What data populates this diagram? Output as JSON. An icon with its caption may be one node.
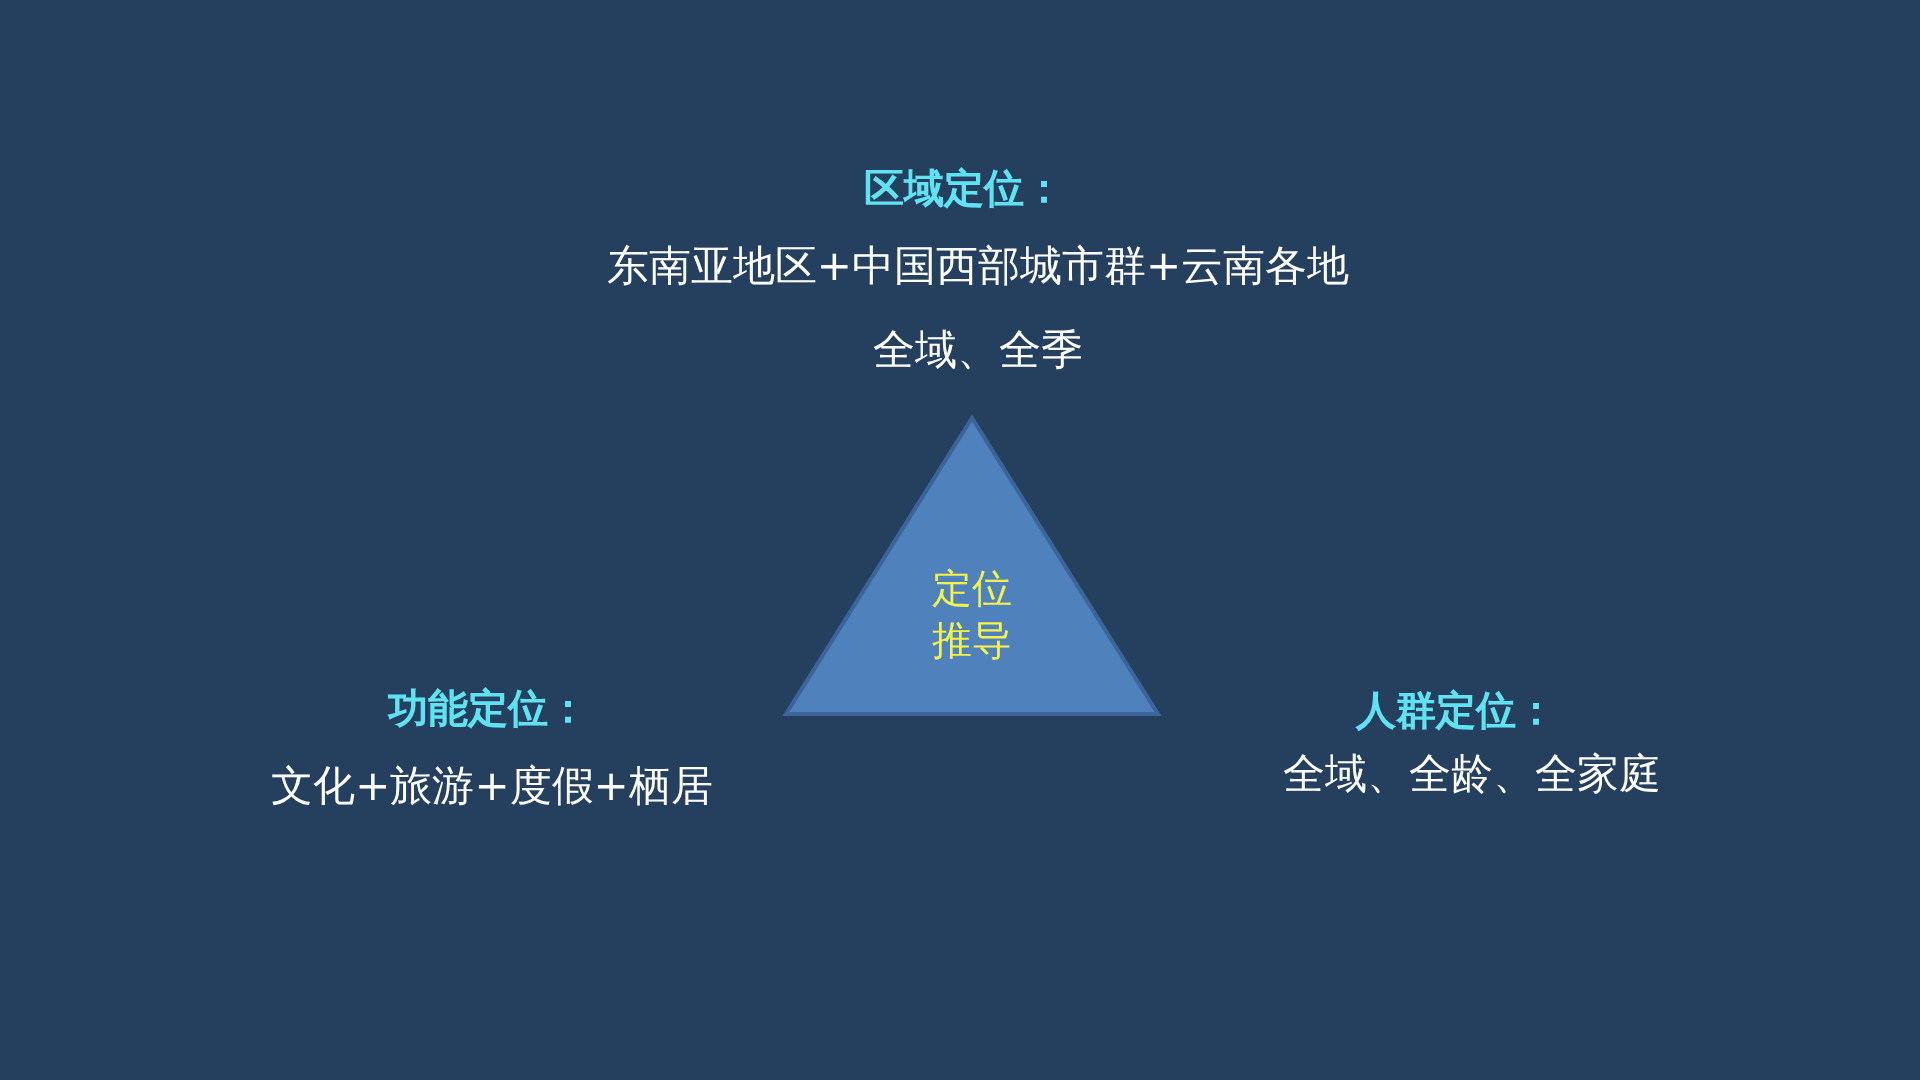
{
  "diagram": {
    "nodes": [
      {
        "text": [
          "定位推导"
        ]
      }
    ],
    "labels": [
      "区域定位：",
      "东南亚地区+中国西部城市群+云南各地",
      "全域、全季",
      "功能定位：",
      "文化+旅游+度假+栖居",
      "人群定位：",
      "全域、全龄、全家庭"
    ]
  }
}
